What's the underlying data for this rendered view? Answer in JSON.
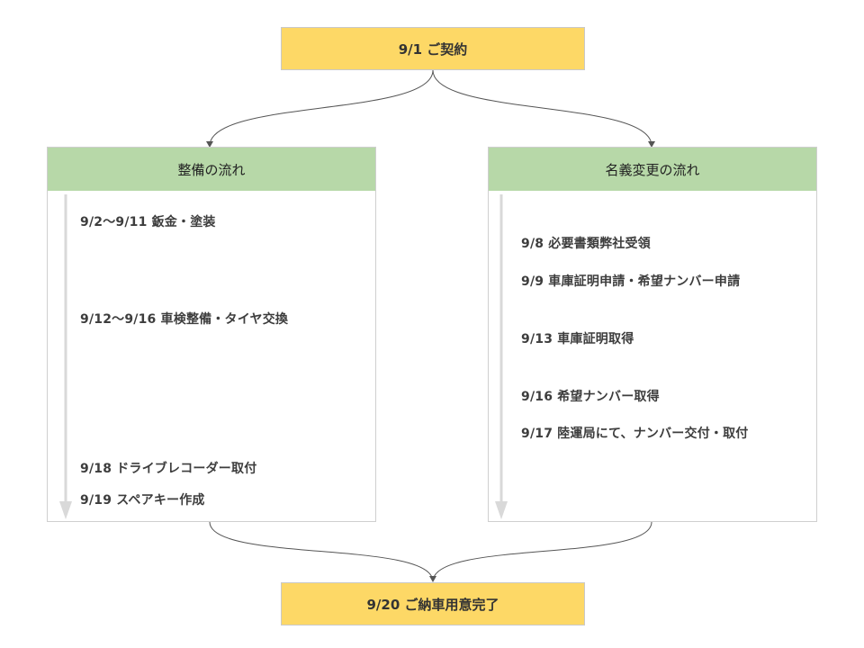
{
  "top": {
    "label": "9/1 ご契約"
  },
  "bottom": {
    "label": "9/20 ご納車用意完了"
  },
  "left_panel": {
    "title": "整備の流れ",
    "items": [
      "9/2〜9/11 鈑金・塗装",
      "9/12〜9/16 車検整備・タイヤ交換",
      "9/18 ドライブレコーダー取付",
      "9/19 スペアキー作成"
    ]
  },
  "right_panel": {
    "title": "名義変更の流れ",
    "items": [
      "9/8 必要書類弊社受領",
      "9/9 車庫証明申請・希望ナンバー申請",
      "9/13 車庫証明取得",
      "9/16 希望ナンバー取得",
      "9/17 陸運局にて、ナンバー交付・取付"
    ]
  },
  "colors": {
    "gold": "#fdd866",
    "green": "#b7d8a8",
    "arrow": "#d9d9d9",
    "connector": "#555555"
  }
}
